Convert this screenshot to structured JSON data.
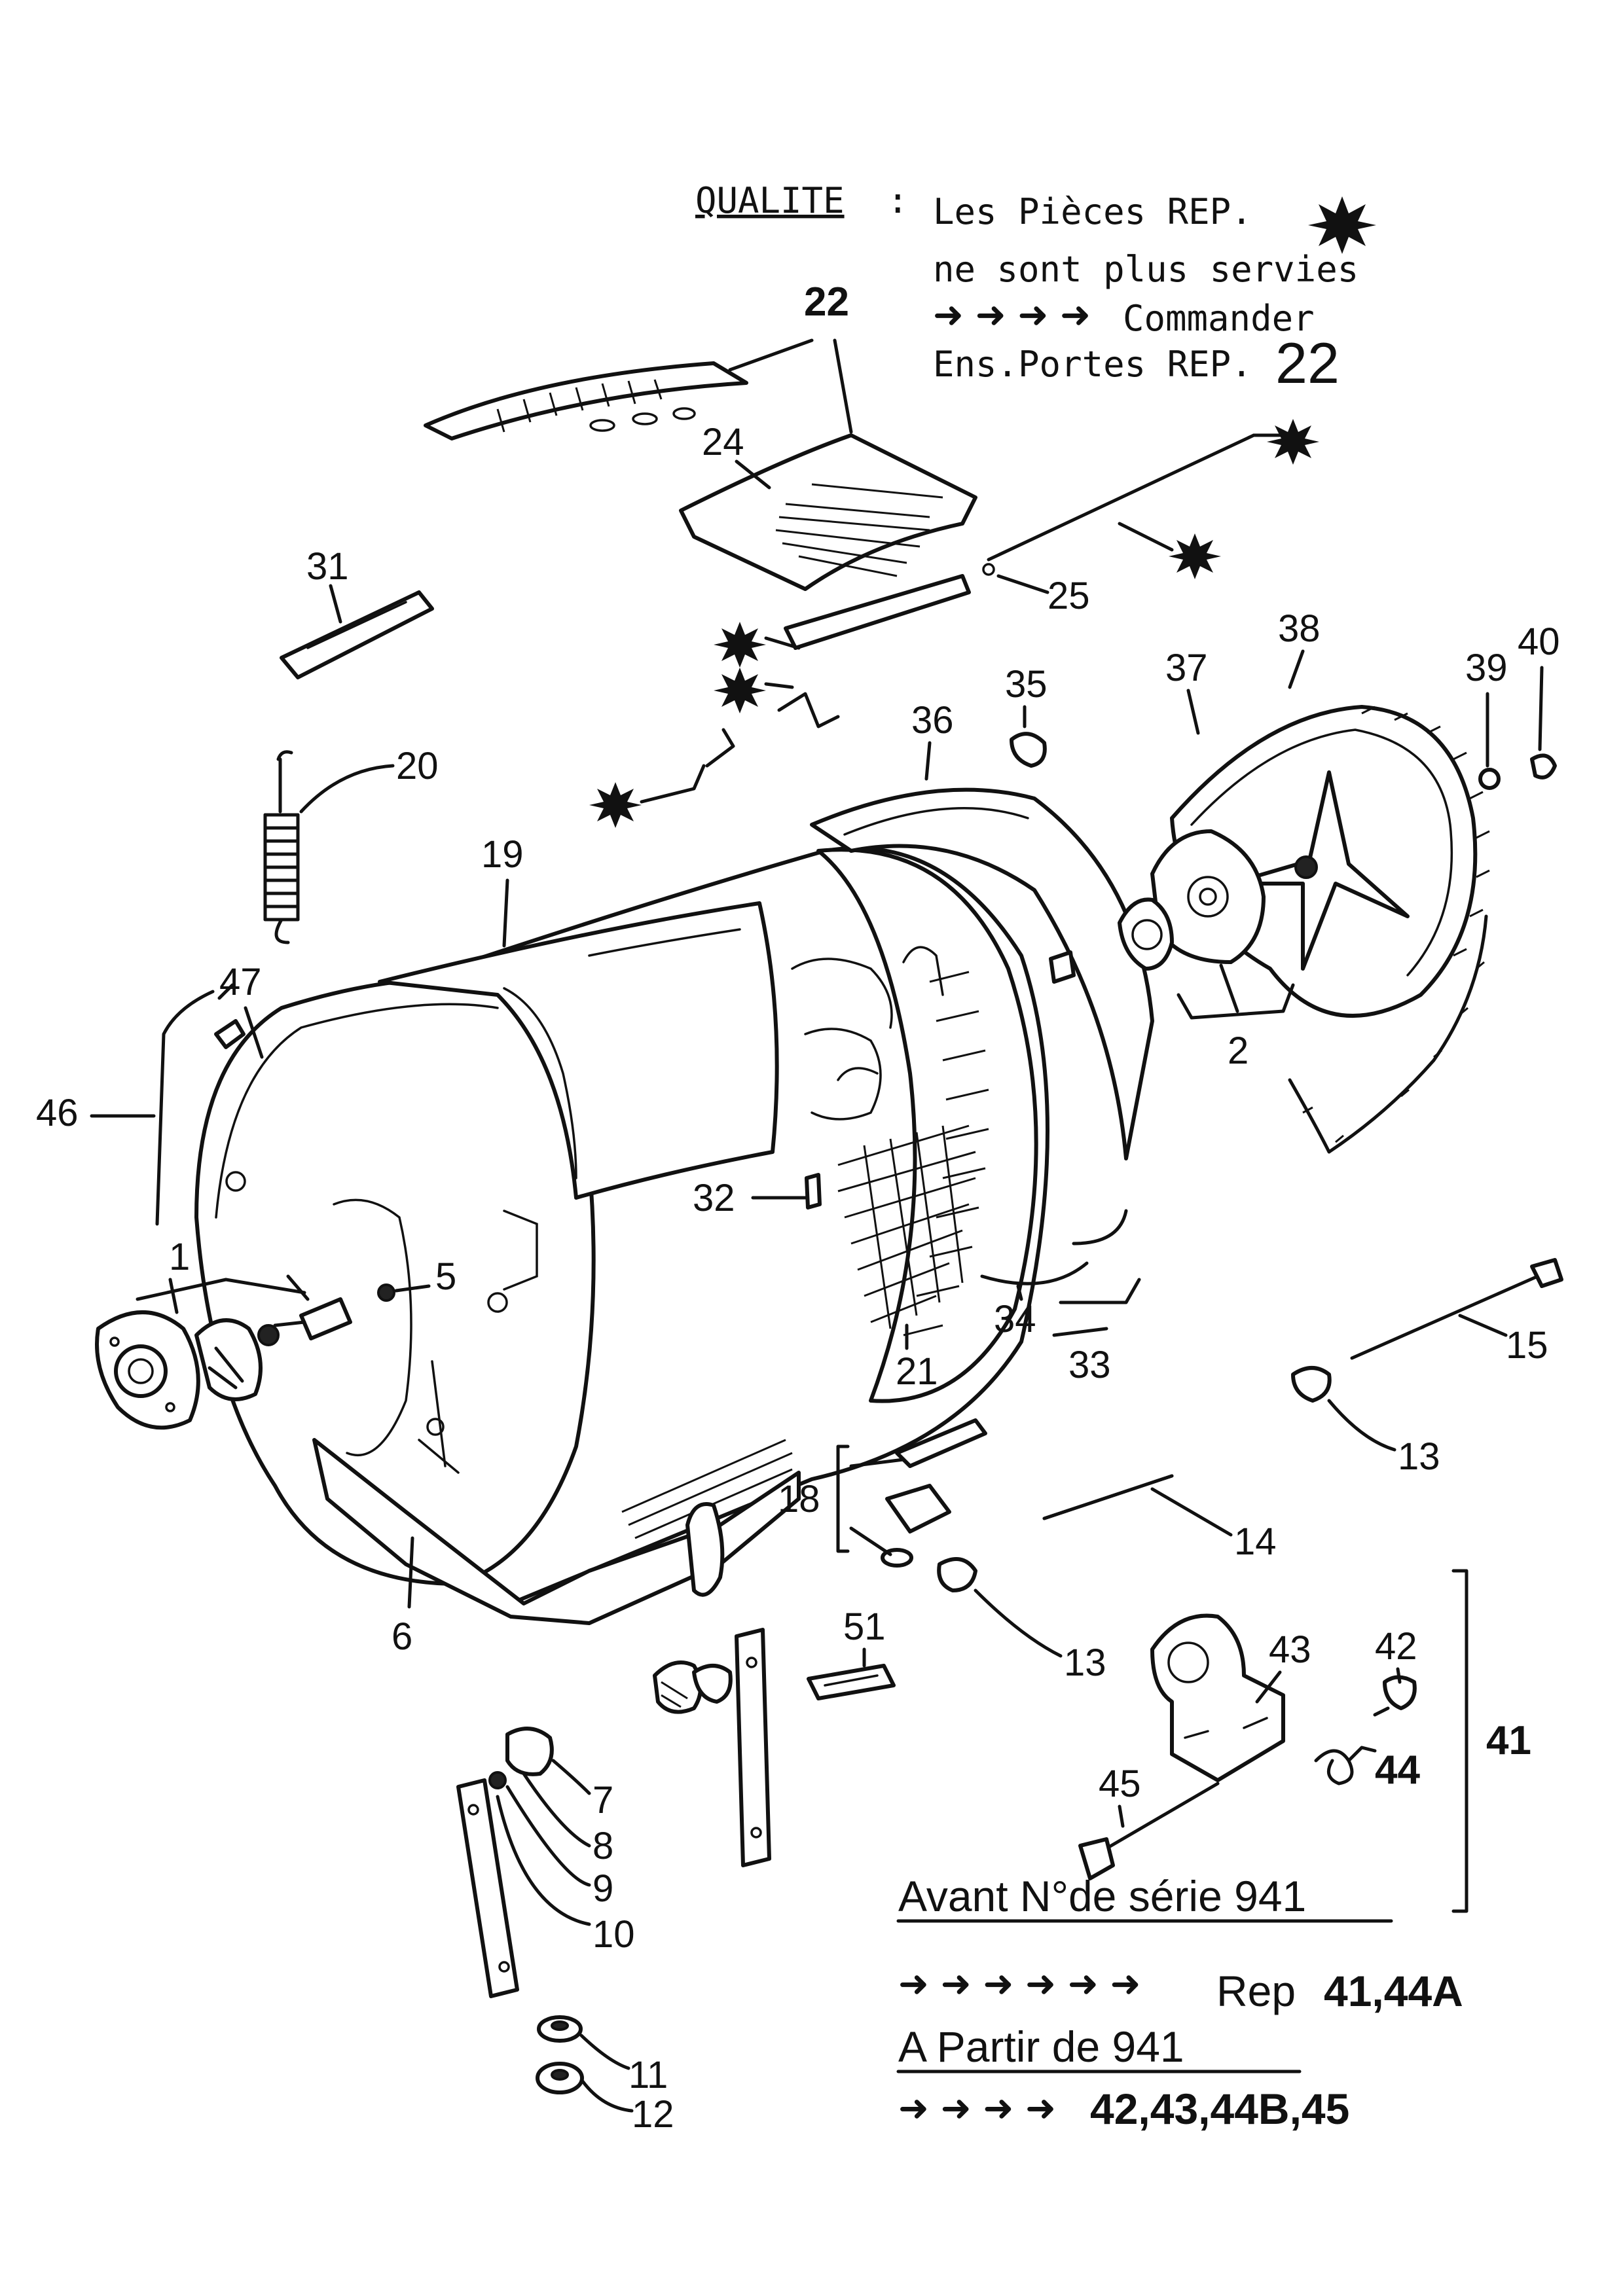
{
  "quality_note": {
    "heading": "QUALITE",
    "colon": ":",
    "line1": "Les Pièces REP.",
    "line2": "ne sont plus servies",
    "line3_arrows": "➜ ➜ ➜ ➜",
    "line3_text": "Commander",
    "line4_text": "Ens.Portes REP.",
    "line4_ref": "22"
  },
  "series_note": {
    "before_title": "Avant N°de série 941",
    "before_arrows": "➜ ➜ ➜ ➜ ➜ ➜",
    "before_rep": "Rep",
    "before_refs": "41,44A",
    "after_title": "A Partir de  941",
    "after_arrows": "➜ ➜ ➜ ➜",
    "after_refs": "42,43,44B,45"
  },
  "labels": {
    "p1": "1",
    "p2": "2",
    "p5": "5",
    "p6": "6",
    "p7": "7",
    "p8": "8",
    "p9": "9",
    "p10": "10",
    "p11": "11",
    "p12": "12",
    "p13a": "13",
    "p13b": "13",
    "p14": "14",
    "p15": "15",
    "p18": "18",
    "p19": "19",
    "p20": "20",
    "p21": "21",
    "p22": "22",
    "p24": "24",
    "p25": "25",
    "p31": "31",
    "p32": "32",
    "p33": "33",
    "p34": "34",
    "p35": "35",
    "p36": "36",
    "p37": "37",
    "p38": "38",
    "p39": "39",
    "p40": "40",
    "p41": "41",
    "p42": "42",
    "p43": "43",
    "p44": "44",
    "p45": "45",
    "p46": "46",
    "p47": "47",
    "p51": "51"
  }
}
